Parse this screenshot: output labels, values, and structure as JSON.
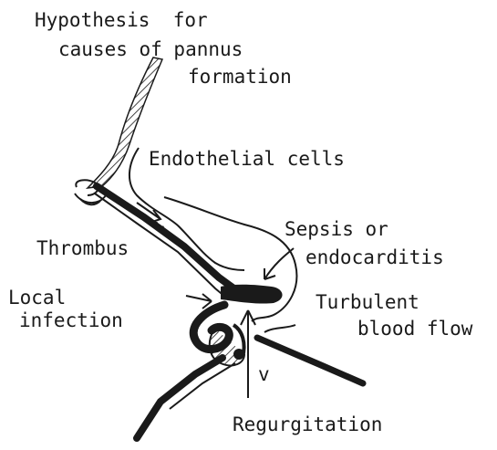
{
  "diagram": {
    "title_line1": "Hypothesis  for",
    "title_line2": "causes of pannus",
    "title_line3": "formation",
    "labels": {
      "endothelial_cells": "Endothelial cells",
      "thrombus": "Thrombus",
      "sepsis_line1": "Sepsis or",
      "sepsis_line2": "endocarditis",
      "local_infection_line1": "Local",
      "local_infection_line2": "infection",
      "turbulent_line1": "Turbulent",
      "turbulent_line2": "blood flow",
      "regurgitation": "Regurgitation",
      "v_mark": "v"
    },
    "colors": {
      "ink": "#1a1a1a",
      "background": "#ffffff"
    }
  }
}
